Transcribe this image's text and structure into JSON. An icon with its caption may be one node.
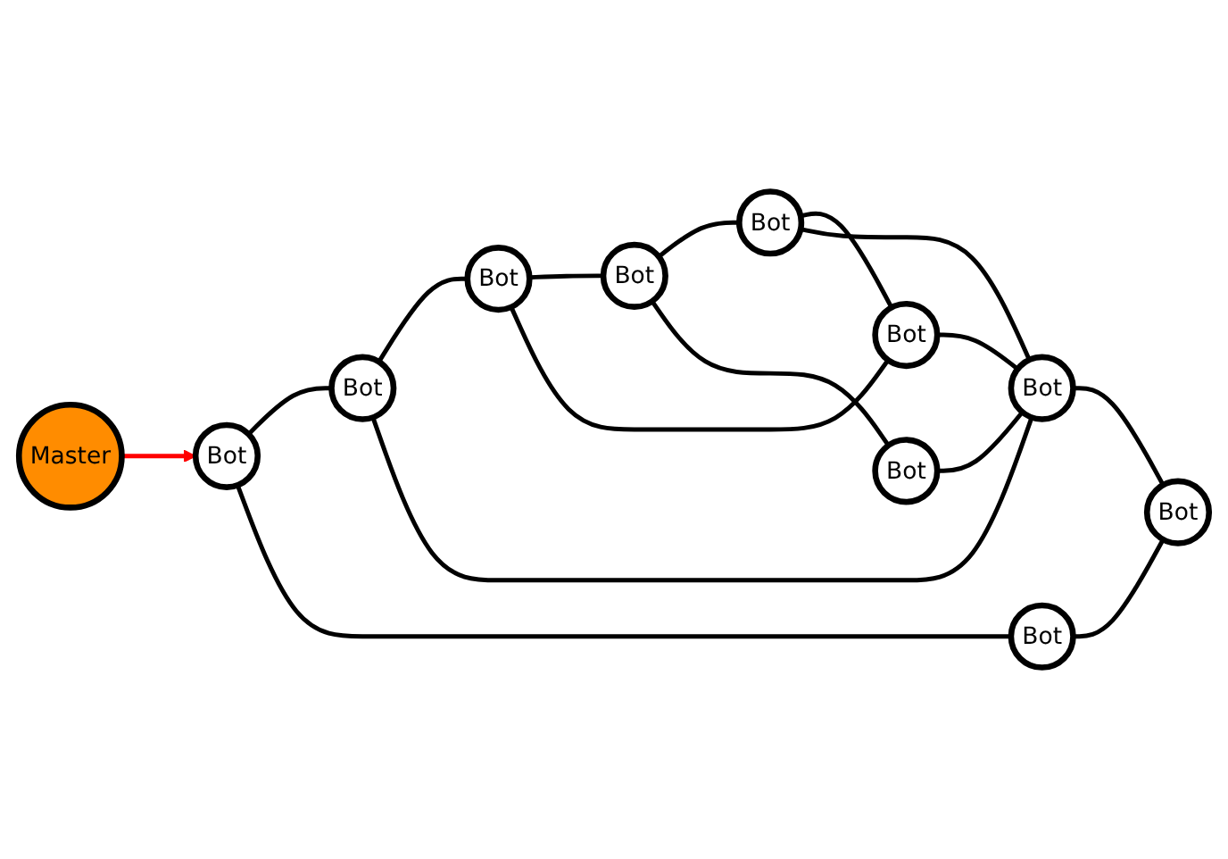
{
  "diagram": {
    "nodes": [
      {
        "text": [
          "Master"
        ]
      },
      {
        "text": [
          "Bot"
        ]
      },
      {
        "text": [
          "Bot"
        ]
      },
      {
        "text": [
          "Bot"
        ]
      },
      {
        "text": [
          "Bot"
        ]
      },
      {
        "text": [
          "Bot"
        ]
      },
      {
        "text": [
          "Bot"
        ]
      },
      {
        "text": [
          "Bot"
        ]
      },
      {
        "text": [
          "Bot"
        ]
      },
      {
        "text": [
          "Bot"
        ]
      },
      {
        "text": [
          "Bot"
        ]
      }
    ],
    "edges": [
      {
        "from": 0,
        "to": 4,
        "arrow": "to",
        "color": "#ff0000"
      },
      {
        "from": 4,
        "to": 2,
        "arrow": "none"
      },
      {
        "from": 2,
        "to": 1,
        "arrow": "none"
      },
      {
        "from": 1,
        "to": 3,
        "arrow": "none"
      },
      {
        "from": 1,
        "to": 5,
        "arrow": "none"
      },
      {
        "from": 3,
        "to": 6,
        "arrow": "none"
      },
      {
        "from": 3,
        "to": 10,
        "arrow": "none"
      },
      {
        "from": 6,
        "to": 5,
        "arrow": "none"
      },
      {
        "from": 6,
        "to": 8,
        "arrow": "none"
      },
      {
        "from": 5,
        "to": 8,
        "arrow": "none"
      },
      {
        "from": 2,
        "to": 8,
        "arrow": "none"
      },
      {
        "from": 4,
        "to": 7,
        "arrow": "none"
      },
      {
        "from": 7,
        "to": 9,
        "arrow": "none"
      },
      {
        "from": 8,
        "to": 9,
        "arrow": "none"
      },
      {
        "from": 10,
        "to": 8,
        "arrow": "none"
      }
    ]
  }
}
